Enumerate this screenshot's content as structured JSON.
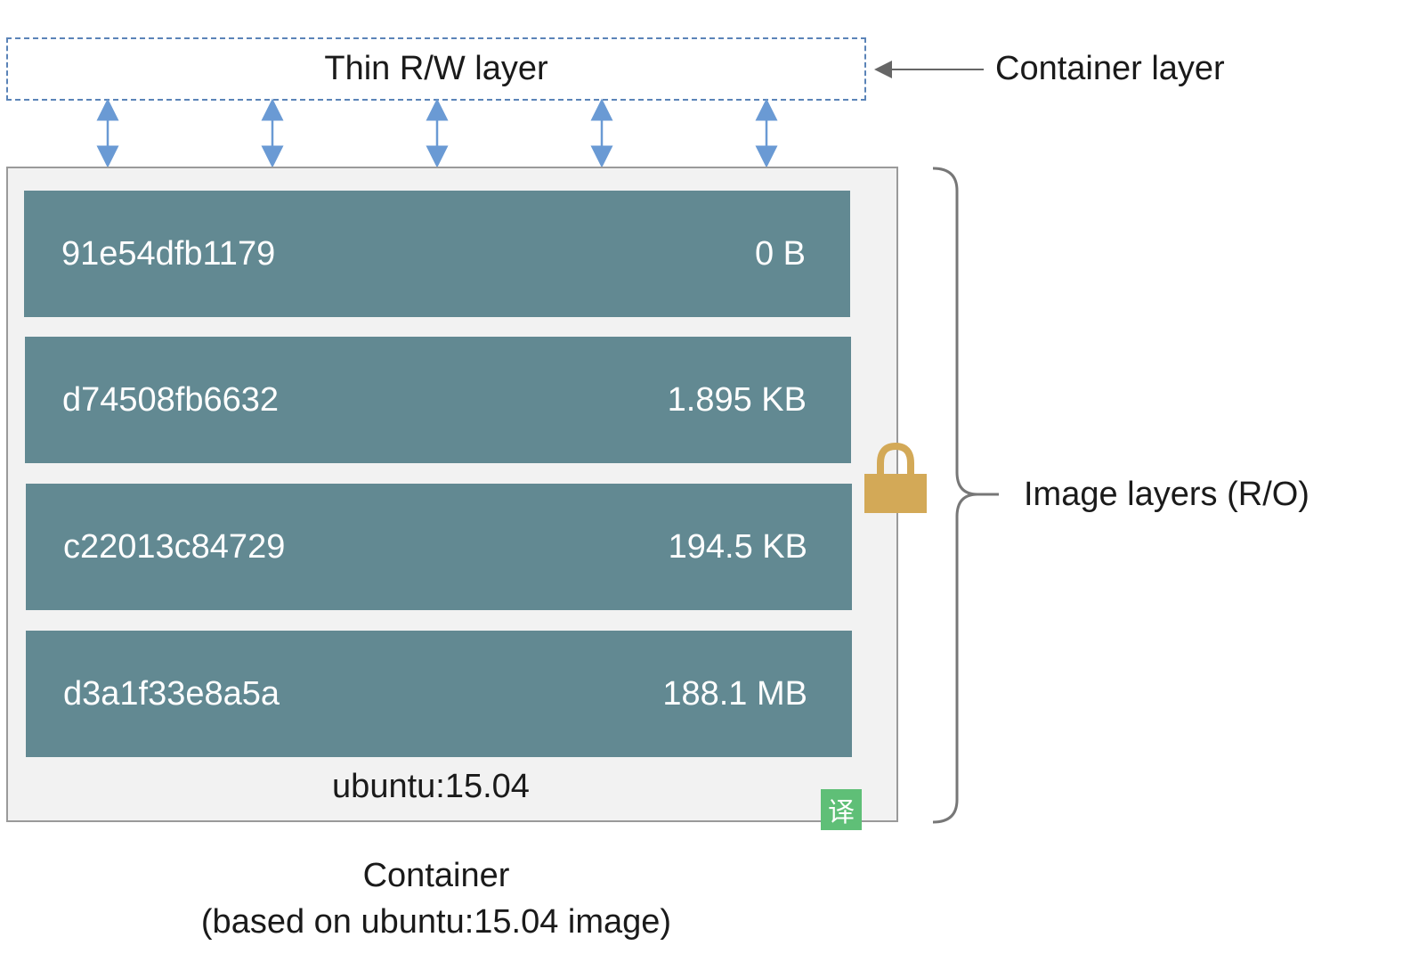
{
  "container_layer": {
    "label": "Thin R/W layer",
    "side_label": "Container layer"
  },
  "image": {
    "layers": [
      {
        "id": "91e54dfb1179",
        "size": "0 B"
      },
      {
        "id": "d74508fb6632",
        "size": "1.895 KB"
      },
      {
        "id": "c22013c84729",
        "size": "194.5 KB"
      },
      {
        "id": "d3a1f33e8a5a",
        "size": "188.1 MB"
      }
    ],
    "name": "ubuntu:15.04",
    "side_label": "Image layers (R/O)"
  },
  "caption": {
    "line1": "Container",
    "line2": "(based on ubuntu:15.04 image)"
  },
  "badge": {
    "text": "译"
  },
  "colors": {
    "layer_fill": "#628992",
    "dashed_border": "#5b84b8",
    "arrow": "#6a9ad4",
    "lock": "#d3a957",
    "frame_fill": "#f2f2f2",
    "badge": "#5fbf77"
  },
  "icons": [
    "lock-icon",
    "double-arrow-icon",
    "brace-icon",
    "left-arrow-icon"
  ]
}
